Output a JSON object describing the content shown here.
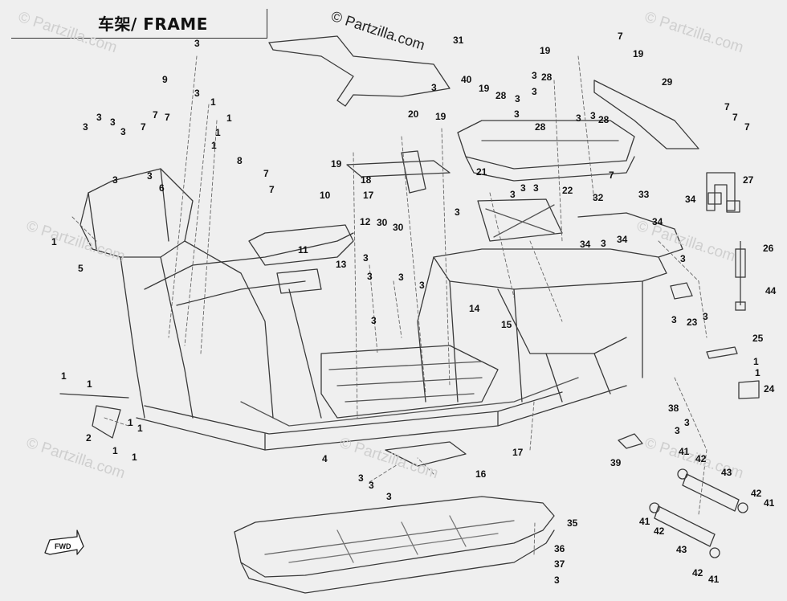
{
  "title": "车架/ FRAME",
  "watermark": "© Partzilla.com",
  "fwd_label": "FWD",
  "callouts": [
    "31",
    "40",
    "3",
    "9",
    "3",
    "19",
    "28",
    "3",
    "3",
    "3",
    "28",
    "3",
    "19",
    "7",
    "19",
    "29",
    "7",
    "7",
    "7",
    "3",
    "3",
    "3",
    "3",
    "7",
    "7",
    "7",
    "8",
    "7",
    "7",
    "3",
    "6",
    "3",
    "20",
    "19",
    "21",
    "19",
    "18",
    "17",
    "3",
    "17",
    "28",
    "3",
    "3",
    "28",
    "7",
    "27",
    "3",
    "1",
    "1",
    "1",
    "1",
    "1",
    "10",
    "12",
    "11",
    "13",
    "5",
    "1",
    "1",
    "30",
    "30",
    "22",
    "32",
    "33",
    "34",
    "34",
    "34",
    "34",
    "26",
    "3",
    "3",
    "3",
    "3",
    "3",
    "3",
    "3",
    "3",
    "3",
    "15",
    "14",
    "3",
    "23",
    "3",
    "3",
    "44",
    "25",
    "1",
    "1",
    "24",
    "1",
    "1",
    "2",
    "1",
    "1",
    "4",
    "3",
    "3",
    "3",
    "16",
    "17",
    "38",
    "3",
    "3",
    "39",
    "41",
    "42",
    "43",
    "42",
    "41",
    "41",
    "42",
    "43",
    "42",
    "41",
    "35",
    "36",
    "37",
    "3"
  ]
}
